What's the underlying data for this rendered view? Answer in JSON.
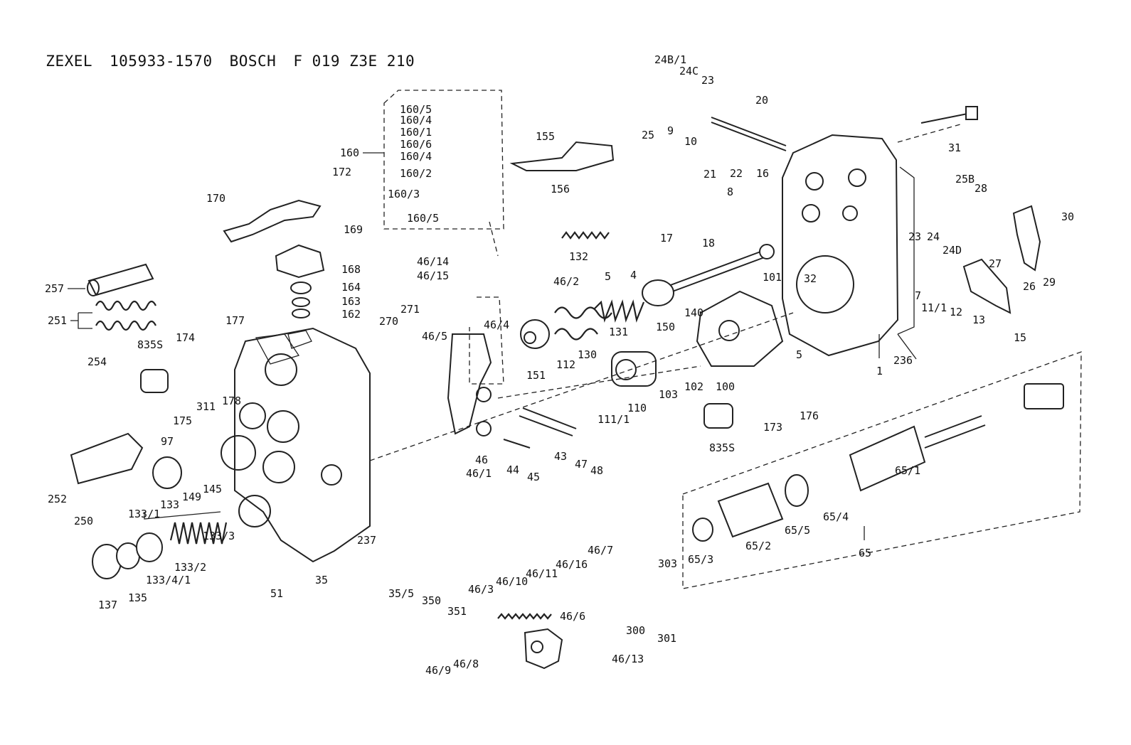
{
  "header": {
    "brand1": "ZEXEL",
    "part1": "105933-1570",
    "brand2": "BOSCH",
    "part2": "F 019 Z3E 210"
  },
  "callouts": [
    {
      "id": "c1",
      "text": "24B/1"
    },
    {
      "id": "c2",
      "text": "24C"
    },
    {
      "id": "c3",
      "text": "23"
    },
    {
      "id": "c4",
      "text": "20"
    },
    {
      "id": "c5",
      "text": "25"
    },
    {
      "id": "c6",
      "text": "9"
    },
    {
      "id": "c7",
      "text": "10"
    },
    {
      "id": "c8",
      "text": "21"
    },
    {
      "id": "c9",
      "text": "22"
    },
    {
      "id": "c10",
      "text": "16"
    },
    {
      "id": "c11",
      "text": "31"
    },
    {
      "id": "c12",
      "text": "155"
    },
    {
      "id": "c13",
      "text": "156"
    },
    {
      "id": "c14",
      "text": "160/5"
    },
    {
      "id": "c15",
      "text": "160/4"
    },
    {
      "id": "c16",
      "text": "160/1"
    },
    {
      "id": "c17",
      "text": "160/6"
    },
    {
      "id": "c18",
      "text": "160/4"
    },
    {
      "id": "c19",
      "text": "160/2"
    },
    {
      "id": "c20",
      "text": "160/3"
    },
    {
      "id": "c21",
      "text": "160/5"
    },
    {
      "id": "c22",
      "text": "160"
    },
    {
      "id": "c23",
      "text": "172"
    },
    {
      "id": "c24",
      "text": "170"
    },
    {
      "id": "c25",
      "text": "169"
    },
    {
      "id": "c26",
      "text": "168"
    },
    {
      "id": "c27",
      "text": "164"
    },
    {
      "id": "c28",
      "text": "163"
    },
    {
      "id": "c29",
      "text": "162"
    },
    {
      "id": "c30",
      "text": "257"
    },
    {
      "id": "c31",
      "text": "251"
    },
    {
      "id": "c32",
      "text": "8"
    },
    {
      "id": "c33",
      "text": "17"
    },
    {
      "id": "c34",
      "text": "18"
    },
    {
      "id": "c35",
      "text": "132"
    },
    {
      "id": "c36",
      "text": "5"
    },
    {
      "id": "c37",
      "text": "4"
    },
    {
      "id": "c38",
      "text": "46/14"
    },
    {
      "id": "c39",
      "text": "46/15"
    },
    {
      "id": "c40",
      "text": "46/2"
    },
    {
      "id": "c41",
      "text": "46/4"
    },
    {
      "id": "c42",
      "text": "271"
    },
    {
      "id": "c43",
      "text": "270"
    },
    {
      "id": "c44",
      "text": "46/5"
    },
    {
      "id": "c45",
      "text": "177"
    },
    {
      "id": "c46",
      "text": "174"
    },
    {
      "id": "c47",
      "text": "835S"
    },
    {
      "id": "c48",
      "text": "254"
    },
    {
      "id": "c49",
      "text": "175"
    },
    {
      "id": "c50",
      "text": "178"
    },
    {
      "id": "c51",
      "text": "311"
    },
    {
      "id": "c52",
      "text": "101"
    },
    {
      "id": "c53",
      "text": "32"
    },
    {
      "id": "c54",
      "text": "140"
    },
    {
      "id": "c55",
      "text": "150"
    },
    {
      "id": "c56",
      "text": "131"
    },
    {
      "id": "c57",
      "text": "130"
    },
    {
      "id": "c58",
      "text": "151"
    },
    {
      "id": "c59",
      "text": "112"
    },
    {
      "id": "c60",
      "text": "111/1"
    },
    {
      "id": "c61",
      "text": "110"
    },
    {
      "id": "c62",
      "text": "103"
    },
    {
      "id": "c63",
      "text": "102"
    },
    {
      "id": "c64",
      "text": "100"
    },
    {
      "id": "c65",
      "text": "5"
    },
    {
      "id": "c66",
      "text": "23"
    },
    {
      "id": "c67",
      "text": "24"
    },
    {
      "id": "c68",
      "text": "25B"
    },
    {
      "id": "c69",
      "text": "28"
    },
    {
      "id": "c70",
      "text": "24D"
    },
    {
      "id": "c71",
      "text": "27"
    },
    {
      "id": "c72",
      "text": "26"
    },
    {
      "id": "c73",
      "text": "29"
    },
    {
      "id": "c74",
      "text": "30"
    },
    {
      "id": "c75",
      "text": "7"
    },
    {
      "id": "c76",
      "text": "11/1"
    },
    {
      "id": "c77",
      "text": "12"
    },
    {
      "id": "c78",
      "text": "13"
    },
    {
      "id": "c79",
      "text": "15"
    },
    {
      "id": "c80",
      "text": "1"
    },
    {
      "id": "c81",
      "text": "236"
    },
    {
      "id": "c82",
      "text": "176"
    },
    {
      "id": "c83",
      "text": "173"
    },
    {
      "id": "c84",
      "text": "835S"
    },
    {
      "id": "c85",
      "text": "97"
    },
    {
      "id": "c86",
      "text": "149"
    },
    {
      "id": "c87",
      "text": "145"
    },
    {
      "id": "c88",
      "text": "252"
    },
    {
      "id": "c89",
      "text": "250"
    },
    {
      "id": "c90",
      "text": "46"
    },
    {
      "id": "c91",
      "text": "46/1"
    },
    {
      "id": "c92",
      "text": "44"
    },
    {
      "id": "c93",
      "text": "45"
    },
    {
      "id": "c94",
      "text": "43"
    },
    {
      "id": "c95",
      "text": "47"
    },
    {
      "id": "c96",
      "text": "48"
    },
    {
      "id": "c97",
      "text": "133/1"
    },
    {
      "id": "c98",
      "text": "133"
    },
    {
      "id": "c99",
      "text": "133/3"
    },
    {
      "id": "c100",
      "text": "133/2"
    },
    {
      "id": "c101",
      "text": "133/4/1"
    },
    {
      "id": "c102",
      "text": "137"
    },
    {
      "id": "c103",
      "text": "135"
    },
    {
      "id": "c104",
      "text": "51"
    },
    {
      "id": "c105",
      "text": "35"
    },
    {
      "id": "c106",
      "text": "237"
    },
    {
      "id": "c107",
      "text": "35/5"
    },
    {
      "id": "c108",
      "text": "350"
    },
    {
      "id": "c109",
      "text": "351"
    },
    {
      "id": "c110",
      "text": "46/3"
    },
    {
      "id": "c111",
      "text": "46/10"
    },
    {
      "id": "c112",
      "text": "46/11"
    },
    {
      "id": "c113",
      "text": "46/16"
    },
    {
      "id": "c114",
      "text": "46/7"
    },
    {
      "id": "c115",
      "text": "46/6"
    },
    {
      "id": "c116",
      "text": "46/9"
    },
    {
      "id": "c117",
      "text": "46/8"
    },
    {
      "id": "c118",
      "text": "46/13"
    },
    {
      "id": "c119",
      "text": "303"
    },
    {
      "id": "c120",
      "text": "300"
    },
    {
      "id": "c121",
      "text": "301"
    },
    {
      "id": "c122",
      "text": "65/1"
    },
    {
      "id": "c123",
      "text": "65/4"
    },
    {
      "id": "c124",
      "text": "65/5"
    },
    {
      "id": "c125",
      "text": "65/2"
    },
    {
      "id": "c126",
      "text": "65/3"
    },
    {
      "id": "c127",
      "text": "65"
    }
  ]
}
